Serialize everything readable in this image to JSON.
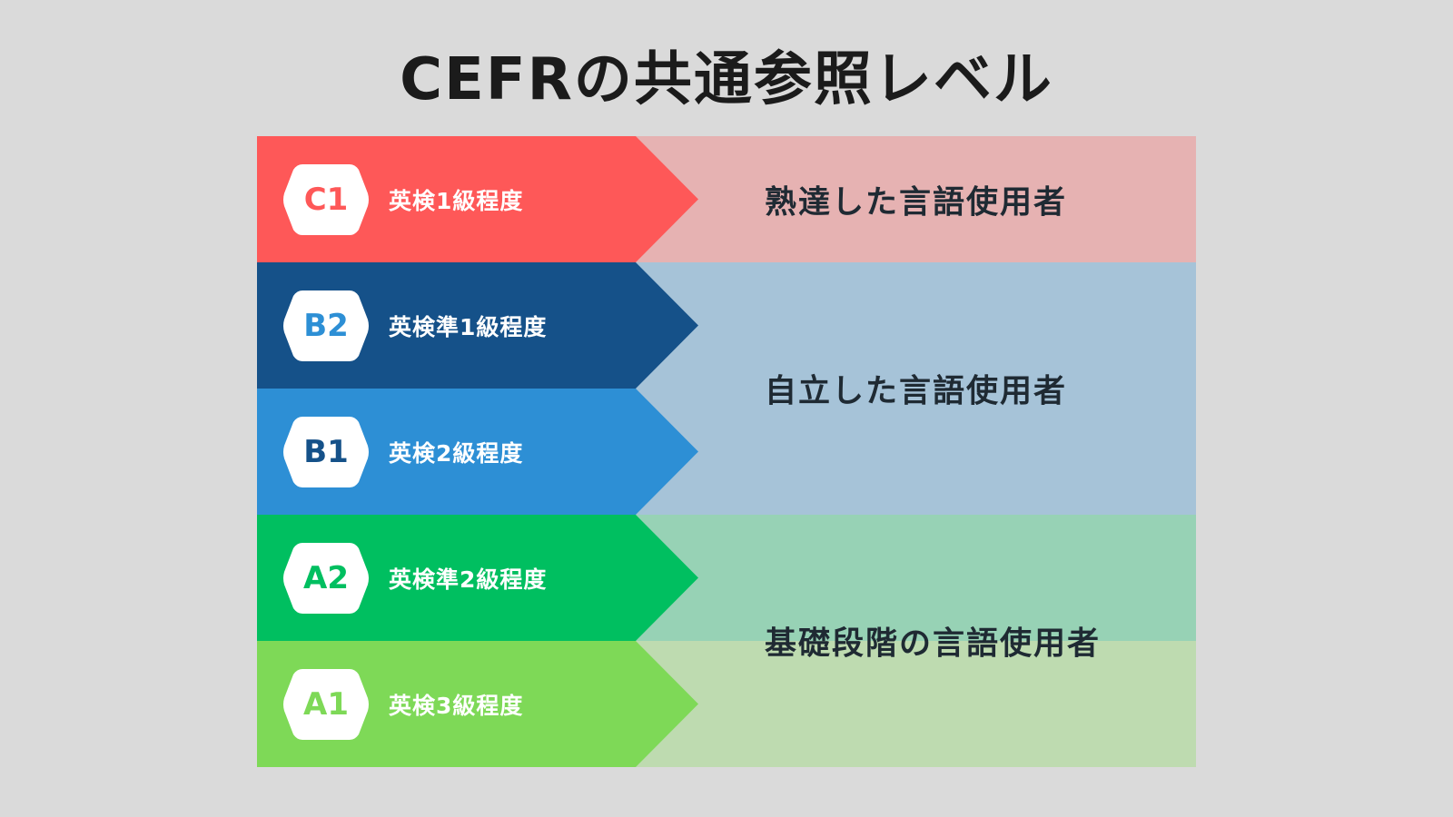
{
  "title": "CEFRの共通参照レベル",
  "rows": [
    {
      "code": "C1",
      "eiken": "英検1級程度",
      "color": "#fe5858",
      "light": "#e6b2b2"
    },
    {
      "code": "B2",
      "eiken": "英検準1級程度",
      "color": "#155189",
      "light": "#a6c3d8"
    },
    {
      "code": "B1",
      "eiken": "英検2級程度",
      "color": "#2d8fd5",
      "light": "#a6c3d8"
    },
    {
      "code": "A2",
      "eiken": "英検準2級程度",
      "color": "#00bf60",
      "light": "#97d2b5"
    },
    {
      "code": "A1",
      "eiken": "英検3級程度",
      "color": "#7ed957",
      "light": "#bedbb0"
    }
  ],
  "groups": [
    {
      "label": "熟達した言語使用者"
    },
    {
      "label": "自立した言語使用者"
    },
    {
      "label": "基礎段階の言語使用者"
    }
  ]
}
